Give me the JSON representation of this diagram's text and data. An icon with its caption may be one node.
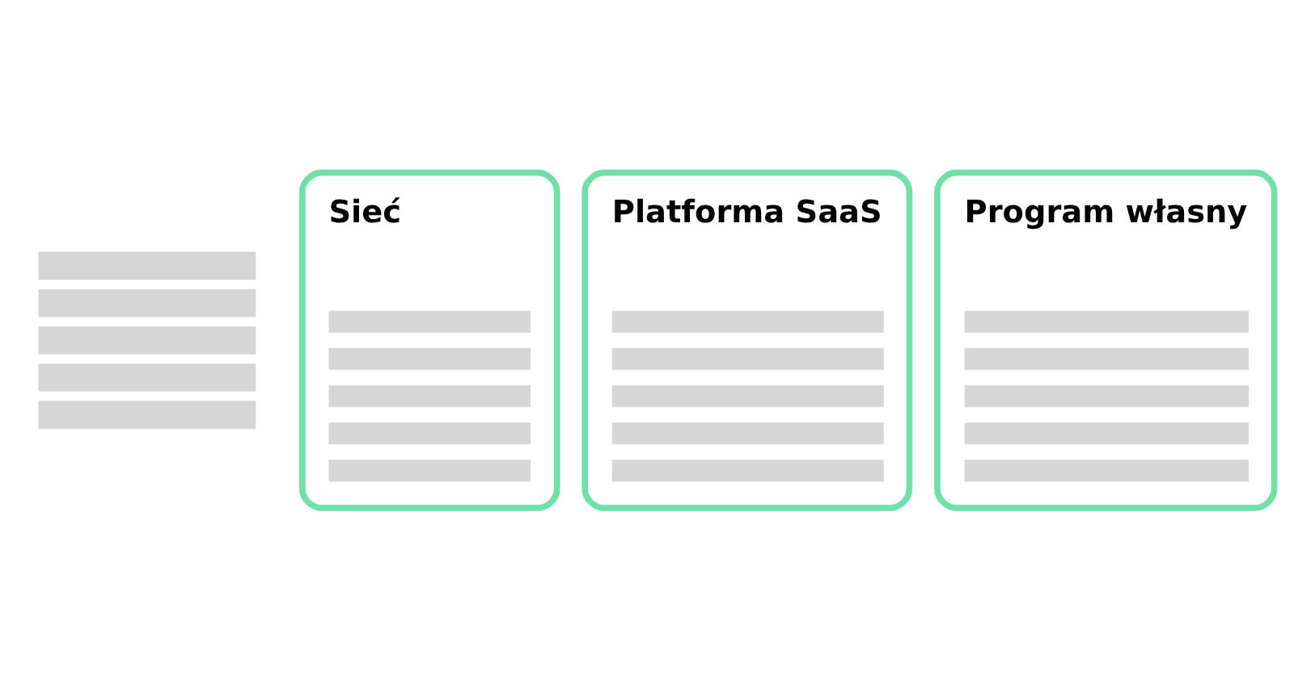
{
  "diagram": {
    "nodes": [
      {
        "text": [],
        "shape": "bar"
      },
      {
        "text": [
          "Sieć"
        ]
      },
      {
        "text": [
          "Platforma SaaS"
        ]
      },
      {
        "text": [
          "Program własny"
        ]
      }
    ]
  }
}
